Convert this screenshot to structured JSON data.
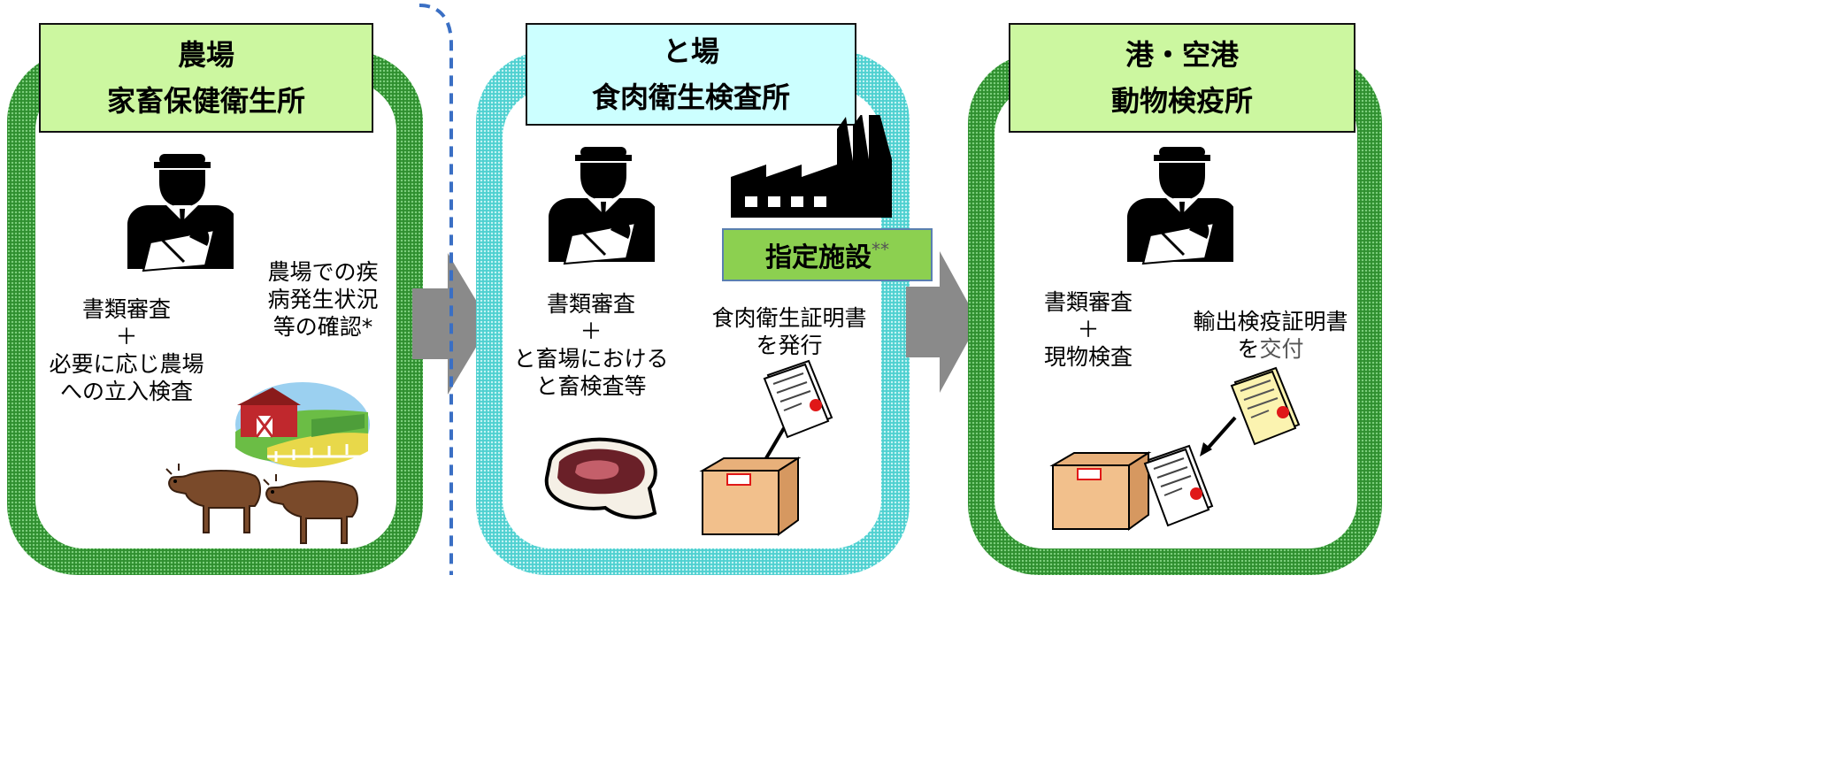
{
  "panels": {
    "farm": {
      "title": "農場",
      "subtitle": "家畜保健衛生所",
      "main_text": [
        "書類審査",
        "＋",
        "必要に応じ農場",
        "への立入検査"
      ],
      "side_text": [
        "農場での疾",
        "病発生状況",
        "等の確認*"
      ]
    },
    "slaughterhouse": {
      "title": "と場",
      "subtitle": "食肉衛生検査所",
      "facility_label": "指定施設",
      "facility_mark": "**",
      "main_text": [
        "書類審査",
        "＋",
        "と畜場における",
        "と畜検査等"
      ],
      "side_text": [
        "食肉衛生証明書",
        "を発行"
      ]
    },
    "port": {
      "title": "港・空港",
      "subtitle": "動物検疫所",
      "main_text": [
        "書類審査",
        "＋",
        "現物検査"
      ],
      "side_text_1": "輸出検疫証明書",
      "side_text_2a": "を",
      "side_text_2b": "交付"
    }
  },
  "colors": {
    "farm_header": "#ccf7a0",
    "slaughter_header": "#ccffff",
    "facility_box": "#8cd050",
    "ring_green": "#2f8f2f",
    "ring_cyan": "#4fd0d0",
    "arrow": "#8a8a8a",
    "dashed_line": "#3a6fc4"
  },
  "icons": [
    "inspector-icon",
    "farm-scene-icon",
    "cow-icon",
    "factory-icon",
    "meat-icon",
    "box-icon",
    "certificate-icon",
    "arrow-right-icon"
  ]
}
